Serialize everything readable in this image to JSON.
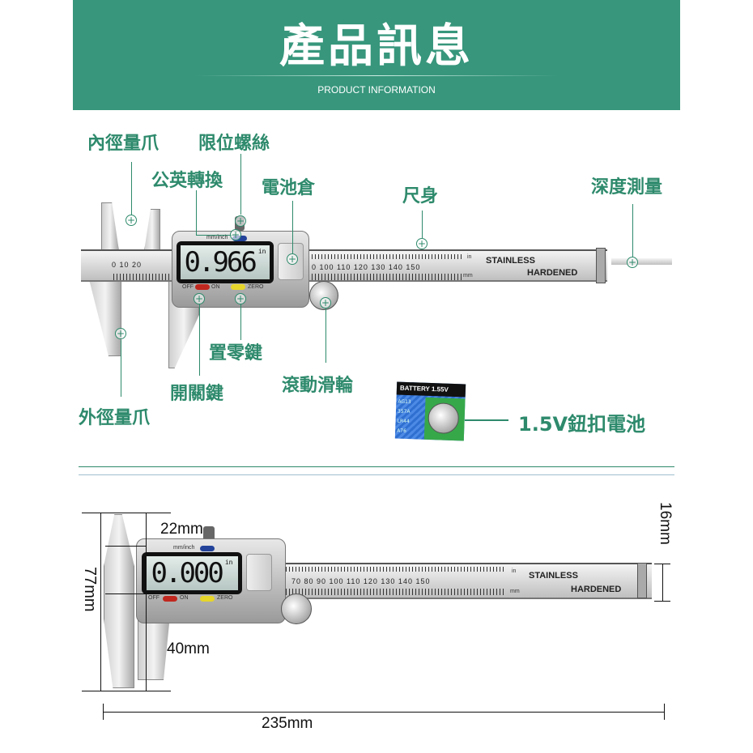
{
  "header": {
    "title": "產品訊息",
    "subtitle": "PRODUCT INFORMATION"
  },
  "callouts": {
    "inner_jaw": "內徑量爪",
    "limit_screw": "限位螺絲",
    "unit_switch": "公英轉換",
    "battery_compartment": "電池倉",
    "ruler_body": "尺身",
    "depth_gauge": "深度測量",
    "zero_button": "置零鍵",
    "power_button": "開關鍵",
    "thumb_wheel": "滾動滑輪",
    "outer_jaw": "外徑量爪",
    "button_cell": "1.5V鈕扣電池"
  },
  "caliper_top": {
    "reading": "0.966",
    "unit": "in",
    "mode_label": "mm/inch",
    "off": "OFF",
    "on": "ON",
    "zero": "ZERO",
    "mm_numbers": "0   10   20",
    "scale_numbers": "0  100  110  120  130  140  150",
    "inch_label": "in",
    "mm_label": "mm",
    "brand1": "STAINLESS",
    "brand2": "HARDENED"
  },
  "battery": {
    "header": "BATTERY 1.55V",
    "models": [
      "AG13",
      "357A",
      "LR44",
      "A76"
    ]
  },
  "caliper_bottom": {
    "reading": "0.000",
    "unit": "in",
    "mode_label": "mm/inch",
    "off": "OFF",
    "on": "ON",
    "zero": "ZERO",
    "scale_numbers": "70  80  90  100  110  120  130  140  150",
    "inch_label": "in",
    "mm_label": "mm",
    "brand1": "STAINLESS",
    "brand2": "HARDENED"
  },
  "dimensions": {
    "jaw_depth": "22mm",
    "height": "77mm",
    "jaw_length": "40mm",
    "beam_height": "16mm",
    "length": "235mm"
  },
  "colors": {
    "banner": "#37967c",
    "label": "#2e8a6c"
  }
}
